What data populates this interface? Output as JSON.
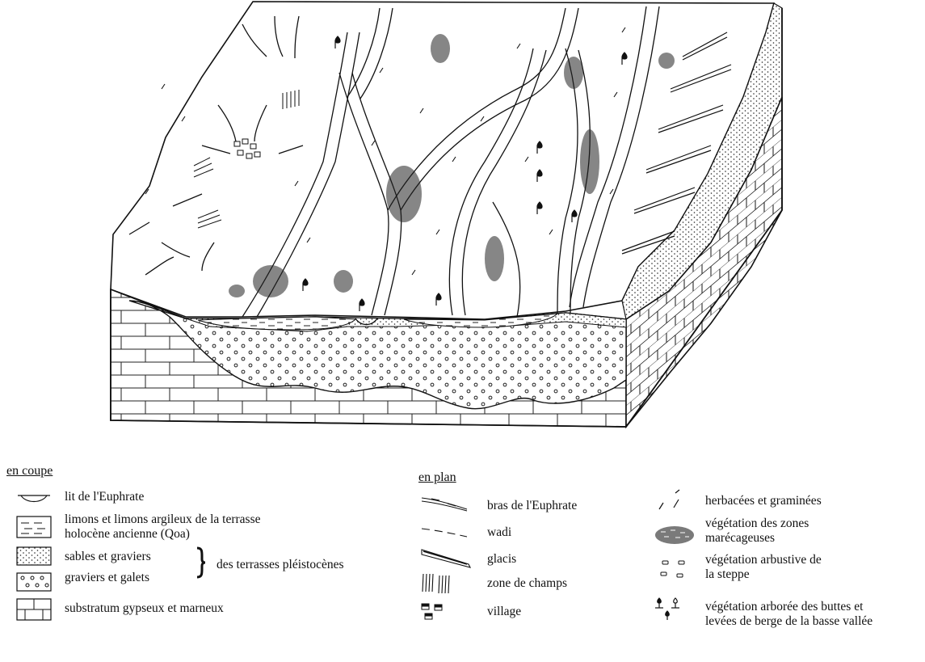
{
  "legend": {
    "section_section": {
      "heading": "en coupe",
      "items": [
        {
          "label": "lit de l'Euphrate",
          "symbol": "channel-bed"
        },
        {
          "label_line1": "limons et limons argileux de la terrasse",
          "label_line2": "holocène ancienne (Qoa)",
          "symbol": "dashed-box"
        },
        {
          "label": "sables et graviers",
          "symbol": "dotted-box"
        },
        {
          "label": "graviers et galets",
          "symbol": "circles-box"
        },
        {
          "label": "substratum gypseux et marneux",
          "symbol": "brick-box"
        }
      ],
      "bracket_label": "des terrasses pléistocènes"
    },
    "section_plan": {
      "heading": "en plan",
      "items": [
        {
          "label": "bras de l'Euphrate",
          "symbol": "river-arm"
        },
        {
          "label": "wadi",
          "symbol": "wadi-dash"
        },
        {
          "label": "glacis",
          "symbol": "glacis-wedge"
        },
        {
          "label": "zone de champs",
          "symbol": "field-hatch"
        },
        {
          "label": "village",
          "symbol": "village-houses"
        }
      ]
    },
    "section_plan_veg": {
      "items": [
        {
          "label": "herbacées et graminées",
          "symbol": "grass-ticks"
        },
        {
          "label_line1": "végétation des zones",
          "label_line2": " marécageuses",
          "symbol": "marsh-patch"
        },
        {
          "label_line1": "végétation arbustive de",
          "label_line2": "la steppe",
          "symbol": "shrub-marks"
        },
        {
          "label_line1": "végétation arborée des buttes et",
          "label_line2": "levées de berge de la basse vallée",
          "symbol": "tree-marks"
        }
      ]
    }
  },
  "colors": {
    "ink": "#111111",
    "paper": "#ffffff"
  }
}
